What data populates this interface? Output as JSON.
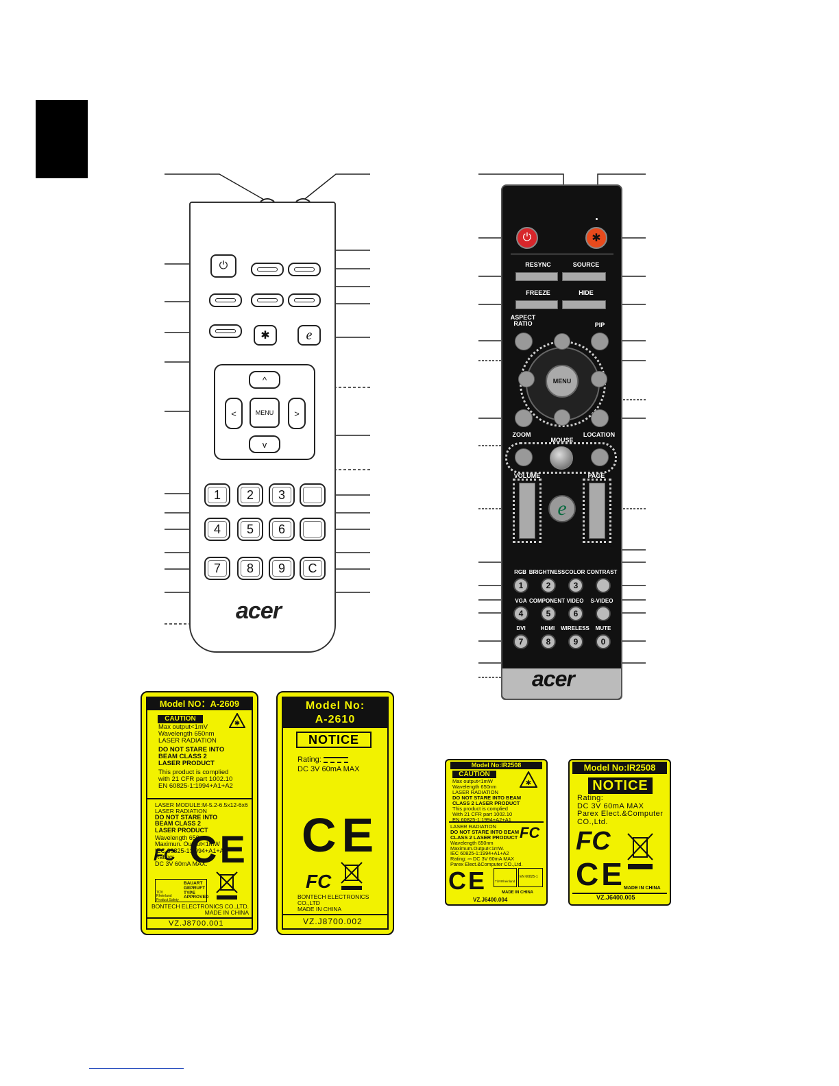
{
  "white_remote": {
    "logo": "acer",
    "menu_label": "MENU",
    "e_label": "e",
    "power_icon": "⏻",
    "laser_icon": "✱",
    "arrows": [
      "^",
      "<",
      ">",
      "v"
    ],
    "keys": [
      "1",
      "2",
      "3",
      "4",
      "5",
      "6",
      "7",
      "8",
      "9",
      "C"
    ]
  },
  "black_remote": {
    "logo": "acer",
    "labels": {
      "resync": "RESYNC",
      "source": "SOURCE",
      "freeze": "FREEZE",
      "hide": "HIDE",
      "aspect_ratio": "ASPECT RATIO",
      "pip": "PIP",
      "menu": "MENU",
      "zoom": "ZOOM",
      "location": "LOCATION",
      "mouse": "MOUSE",
      "volume": "VOLUME",
      "page": "PAGE",
      "rgb": "RGB",
      "brightness": "BRIGHTNESS",
      "color": "COLOR",
      "contrast": "CONTRAST",
      "vga": "VGA",
      "component": "COMPONENT",
      "video": "VIDEO",
      "s_video": "S-VIDEO",
      "dvi": "DVI",
      "hdmi": "HDMI",
      "wireless": "WIRELESS",
      "mute": "MUTE"
    },
    "numbers": [
      "1",
      "2",
      "3",
      "4",
      "5",
      "6",
      "7",
      "8",
      "9",
      "0"
    ]
  },
  "label_a2609": {
    "model": "Model NO：A-2609",
    "caution": "CAUTION",
    "lines1": [
      "Max output<1mV",
      "Wavelength 650nm",
      "LASER RADIATION"
    ],
    "bold1": [
      "DO NOT STARE INTO",
      "BEAM CLASS 2",
      "LASER PRODUCT"
    ],
    "lines2": [
      "This product is complied",
      "with 21 CFR part 1002.10",
      "EN 60825-1:1994+A1+A2"
    ],
    "lines3": [
      "LASER MODULE:M-5.2-6.5x12-6x6",
      "LASER RADIATION"
    ],
    "bold3": [
      "DO NOT STARE INTO",
      "BEAM CLASS 2",
      "LASER PRODUCT"
    ],
    "lines4": [
      "Wavelength 650nm",
      "Maximun. Output<1mW",
      "IEC 60825-1:1994+A1+A2",
      "Rating:",
      "DC 3V 60mA MAX."
    ],
    "ce": "CE",
    "fc": "FC",
    "bauart": [
      "BAUART",
      "GEPRUFT",
      "TYPE",
      "APPROVED"
    ],
    "tuv": [
      "TÜV",
      "Rheinland",
      "Product Safety"
    ],
    "bottom": [
      "BONTECH ELECTRONICS CO.,LTD.",
      "MADE IN CHINA"
    ],
    "footer": "VZ.J8700.001"
  },
  "label_a2610": {
    "model_line1": "Model No:",
    "model_line2": "A-2610",
    "notice": "NOTICE",
    "rating": "Rating:",
    "dc": "DC 3V 60mA MAX",
    "ce": "CE",
    "fc": "FC",
    "bottom": [
      "BONTECH ELECTRONICS",
      "CO.,LTD",
      "MADE IN CHINA"
    ],
    "footer": "VZ.J8700.002"
  },
  "label_ir2508_a": {
    "model": "Model No:IR2508",
    "caution": "CAUTION",
    "lines1": [
      "Max output<1mW",
      "Wavelength 650nm",
      "LASER RADIATION"
    ],
    "bold1": [
      "DO NOT STARE INTO BEAM",
      "CLASS 2 LASER PRODUCT"
    ],
    "lines2": [
      "This product is complied",
      "With 21 CFR part 1002.10",
      "EN 60825-1:1994+A2+A1"
    ],
    "lines3": [
      "LASER RADIATION"
    ],
    "bold3": [
      "DO NOT STARE INTO BEAM",
      "CLASS 2 LASER PRODUCT"
    ],
    "lines4": [
      "Wavelength 650nm",
      "Maximum.Output<1mW.",
      "IEC 60825-1:1994+A1+A2",
      "Rating: ⎓ DC 3V 60mA MAX",
      "Parex Elect.&Computer CO.,Ltd."
    ],
    "ce": "CE",
    "fc": "FC",
    "tuv": "TÜVRheinland",
    "en": "EN 60825-1",
    "made": "MADE IN CHINA",
    "footer": "VZ.J6400.004"
  },
  "label_ir2508_b": {
    "model": "Model No:IR2508",
    "notice": "NOTICE",
    "lines": [
      "Rating:",
      "DC 3V 60mA MAX",
      "Parex Elect.&Computer",
      "CO.,Ltd."
    ],
    "ce": "CE",
    "fc": "FC",
    "made": "MADE IN CHINA",
    "footer": "VZ.J6400.005"
  }
}
